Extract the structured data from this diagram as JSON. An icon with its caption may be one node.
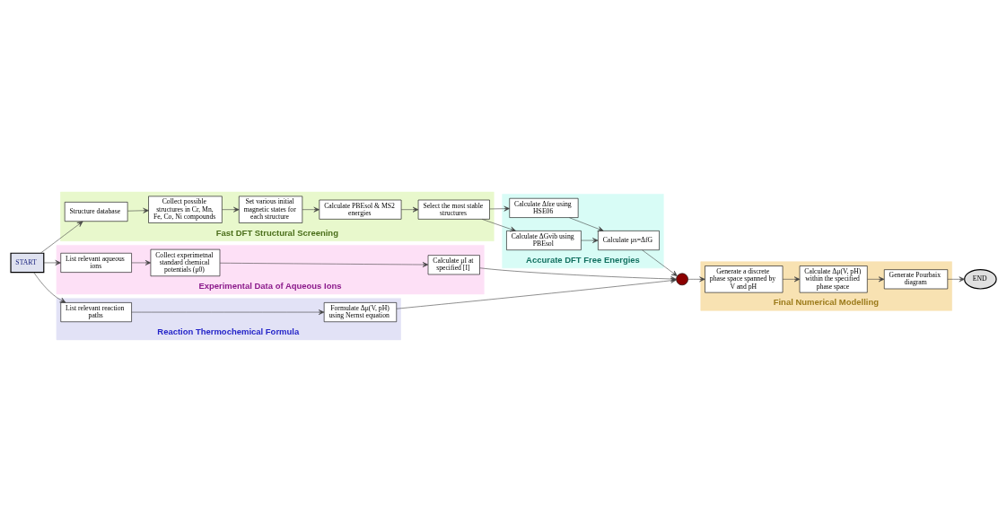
{
  "diagram": {
    "nodes": [
      {
        "text": [
          "START"
        ]
      },
      {
        "text": [
          "Fast DFT Structural Screening"
        ]
      },
      {
        "text": [
          "Structure database"
        ],
        "in": 1
      },
      {
        "text": [
          "Collect possible structures in Cr, Mn, Fe, Co, Ni compounds"
        ],
        "in": 1
      },
      {
        "text": [
          "Set various initial magnetic states for each structure"
        ],
        "in": 1
      },
      {
        "text": [
          "Calculate PBEsol & MS2 energies"
        ],
        "in": 1
      },
      {
        "text": [
          "Select the most stable structures"
        ],
        "in": 1
      },
      {
        "text": [
          "Accurate DFT Free Energies"
        ]
      },
      {
        "text": [
          "Calculate Δfεe using HSE06"
        ],
        "in": 7
      },
      {
        "text": [
          "Calculate ΔGvib using PBEsol"
        ],
        "in": 7
      },
      {
        "text": [
          "Calculate μs=ΔfG"
        ],
        "in": 7
      },
      {
        "text": [
          "Experimental Data of Aqueous Ions"
        ]
      },
      {
        "text": [
          "List relevant aqueous ions"
        ],
        "in": 11
      },
      {
        "text": [
          "Collect experimetnal standard chemical potentials (μ0)"
        ],
        "in": 11
      },
      {
        "text": [
          "Calculate μI at specified [I]"
        ],
        "in": 11
      },
      {
        "text": [
          "Reaction Thermochemical Formula"
        ]
      },
      {
        "text": [
          "List relevant reaction paths"
        ],
        "in": 15
      },
      {
        "text": [
          "Formulate Δμ(V, pH) using Nernst equation"
        ],
        "in": 15
      },
      {
        "text": [],
        "shape": "circle"
      },
      {
        "text": [
          "Final Numerical Modelling"
        ]
      },
      {
        "text": [
          "Generate a discrete phase space spanned by V and pH"
        ],
        "in": 19
      },
      {
        "text": [
          "Calculate Δμ(V, pH) within the specified phase space"
        ],
        "in": 19
      },
      {
        "text": [
          "Generate Pourbaix diagram"
        ],
        "in": 19
      },
      {
        "text": [
          "END"
        ]
      }
    ],
    "edges": [
      {
        "from": 0,
        "to": 2,
        "arrow": "to"
      },
      {
        "from": 0,
        "to": 12,
        "arrow": "to"
      },
      {
        "from": 0,
        "to": 16,
        "arrow": "to"
      },
      {
        "from": 2,
        "to": 3,
        "arrow": "to"
      },
      {
        "from": 3,
        "to": 4,
        "arrow": "to"
      },
      {
        "from": 4,
        "to": 5,
        "arrow": "to"
      },
      {
        "from": 5,
        "to": 6,
        "arrow": "to"
      },
      {
        "from": 6,
        "to": 8,
        "arrow": "to"
      },
      {
        "from": 6,
        "to": 9,
        "arrow": "to"
      },
      {
        "from": 8,
        "to": 10,
        "arrow": "to"
      },
      {
        "from": 9,
        "to": 10,
        "arrow": "to"
      },
      {
        "from": 10,
        "to": 18,
        "arrow": "to"
      },
      {
        "from": 12,
        "to": 13,
        "arrow": "to"
      },
      {
        "from": 13,
        "to": 14,
        "arrow": "to"
      },
      {
        "from": 14,
        "to": 18,
        "arrow": "to"
      },
      {
        "from": 16,
        "to": 17,
        "arrow": "to"
      },
      {
        "from": 17,
        "to": 18,
        "arrow": "to"
      },
      {
        "from": 18,
        "to": 20,
        "arrow": "to"
      },
      {
        "from": 20,
        "to": 21,
        "arrow": "to"
      },
      {
        "from": 21,
        "to": 22,
        "arrow": "to"
      },
      {
        "from": 22,
        "to": 23,
        "arrow": "to"
      }
    ]
  }
}
